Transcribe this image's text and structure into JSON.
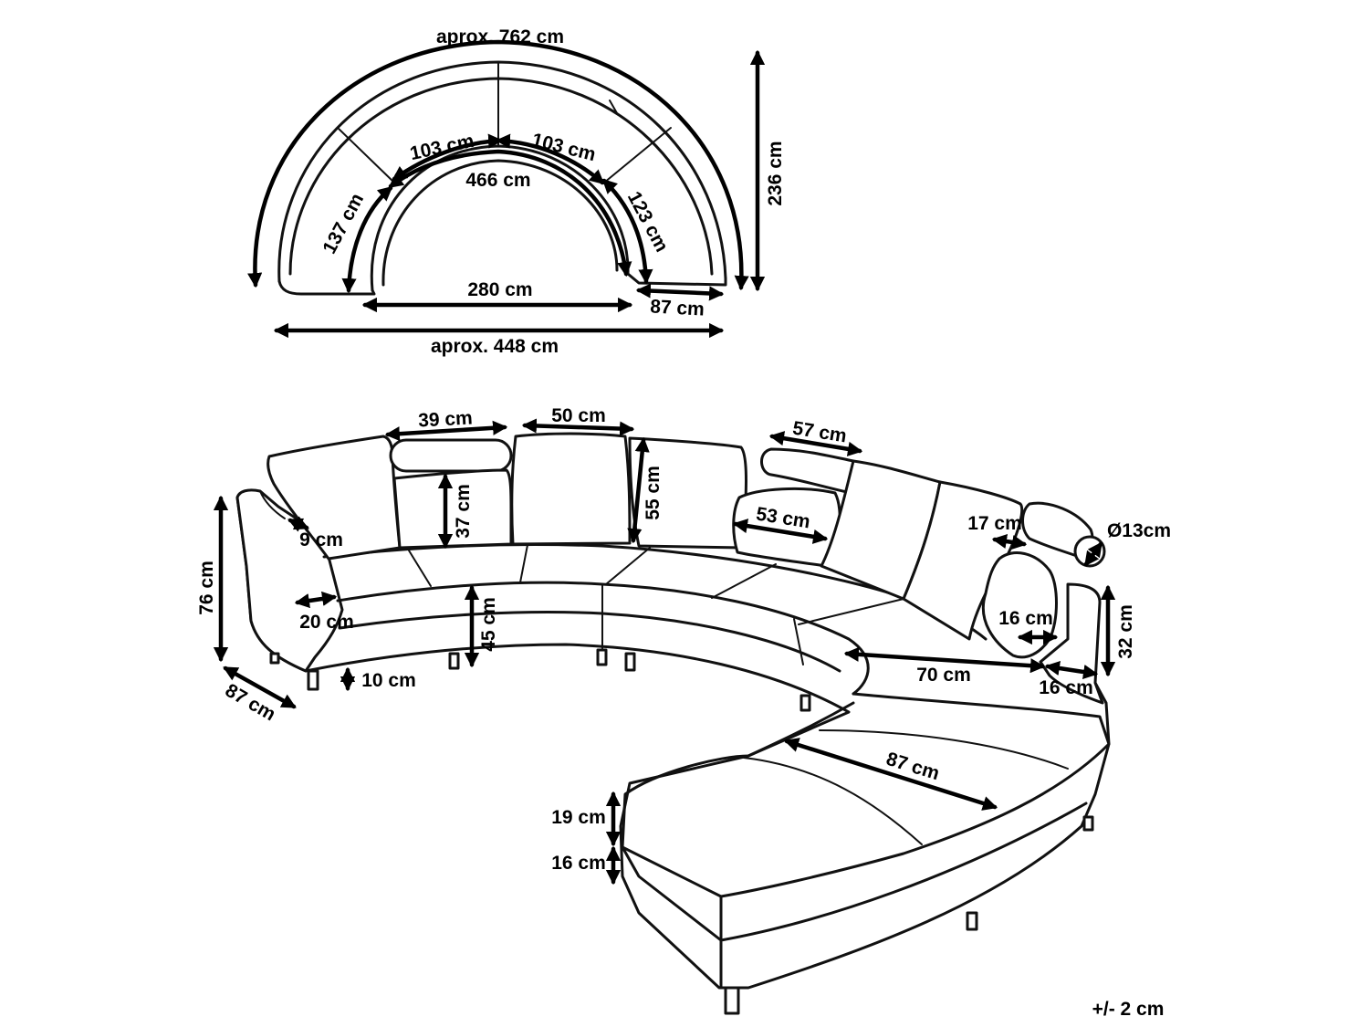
{
  "top_view": {
    "outer_arc": "aprox. 762 cm",
    "seat_a": "103 cm",
    "seat_b": "103 cm",
    "inner_arc": "466 cm",
    "side_left": "137 cm",
    "side_right": "123 cm",
    "inner_width": "280 cm",
    "depth": "87 cm",
    "total_width": "aprox. 448 cm",
    "height": "236 cm"
  },
  "front_view": {
    "headrest_width": "39 cm",
    "cushion_width": "50 cm",
    "headrest_right_width": "57 cm",
    "headrest_height": "37 cm",
    "cushion_height": "55 cm",
    "bolster_width": "53 cm",
    "armrest_top": "9 cm",
    "total_height": "76 cm",
    "armrest_width": "20 cm",
    "seat_height": "45 cm",
    "leg_height": "10 cm",
    "depth": "87 cm",
    "end_headrest": "17 cm",
    "roll_diameter": "Ø13cm",
    "pillow_width": "16 cm",
    "back_height": "32 cm",
    "seat_depth": "70 cm",
    "end_thickness": "16 cm",
    "chaise_depth": "87 cm",
    "cushion_thickness": "19 cm",
    "base_thickness": "16 cm"
  },
  "tolerance": "+/- 2 cm"
}
